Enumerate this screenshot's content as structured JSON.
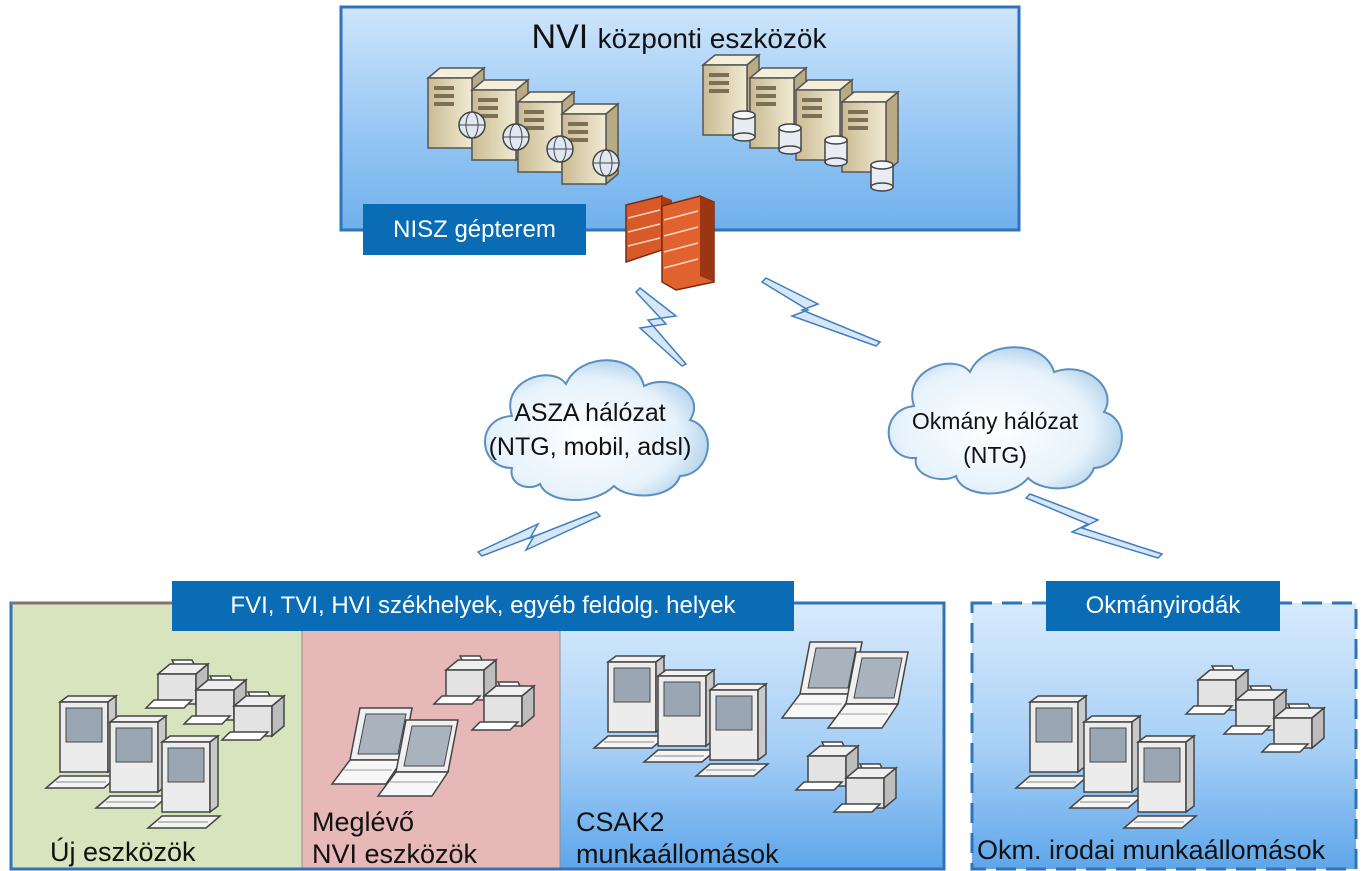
{
  "central": {
    "title_prefix": "NVI",
    "title_suffix": "központi eszközök",
    "room_label": "NISZ gépterem"
  },
  "networks": {
    "asza_line1": "ASZA hálózat",
    "asza_line2": "(NTG, mobil, adsl)",
    "okmany_line1": "Okmány hálózat",
    "okmany_line2": "(NTG)"
  },
  "sites": {
    "header": "FVI, TVI, HVI székhelyek, egyéb feldolg. helyek",
    "new_devices": "Új eszközök",
    "existing_line1": "Meglévő",
    "existing_line2": "NVI eszközök",
    "csak_line1": "CSAK2",
    "csak_line2": "munkaállomások"
  },
  "offices": {
    "header": "Okmányirodák",
    "workstations": "Okm. irodai munkaállomások"
  },
  "colors": {
    "accent": "#0a6cb4",
    "panel_blue": "#8fc2f2",
    "panel_green": "#d7e4bd",
    "panel_red": "#e6b9b8"
  }
}
